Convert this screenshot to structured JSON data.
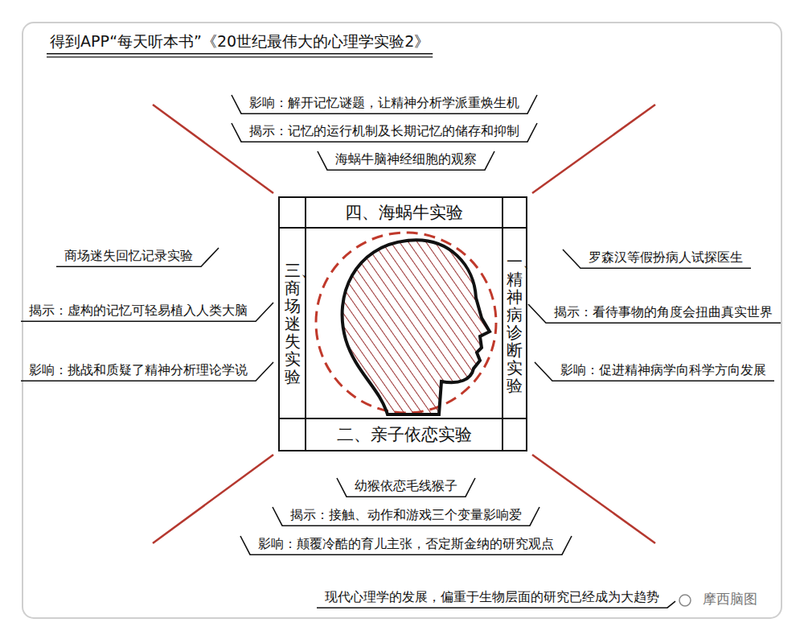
{
  "diagram": {
    "title": "得到APP“每天听本书”《20世纪最伟大的心理学实验2》",
    "nodes": [
      {
        "text": [
          "四、海蜗牛实验"
        ]
      },
      {
        "text": [
          "三、商场迷失实验"
        ]
      },
      {
        "text": [
          "一、精神病诊断实验"
        ]
      },
      {
        "text": [
          "二、亲子依恋实验"
        ]
      }
    ],
    "labels": [
      "影响：解开记忆谜题，让精神分析学派重焕生机",
      "揭示：记忆的运行机制及长期记忆的储存和抑制",
      "海蜗牛脑神经细胞的观察",
      "商场迷失回忆记录实验",
      "揭示：虚构的记忆可轻易植入人类大脑",
      "影响：挑战和质疑了精神分析理论学说",
      "罗森汉等假扮病人试探医生",
      "揭示：看待事物的角度会扭曲真实世界",
      "影响：促进精神病学向科学方向发展",
      "幼猴依恋毛线猴子",
      "揭示：接触、动作和游戏三个变量影响爱",
      "影响：颠覆冷酷的育儿主张，否定斯金纳的研究观点",
      "现代心理学的发展，偏重于生物层面的研究已经成为大趋势",
      "摩西脑图"
    ]
  }
}
